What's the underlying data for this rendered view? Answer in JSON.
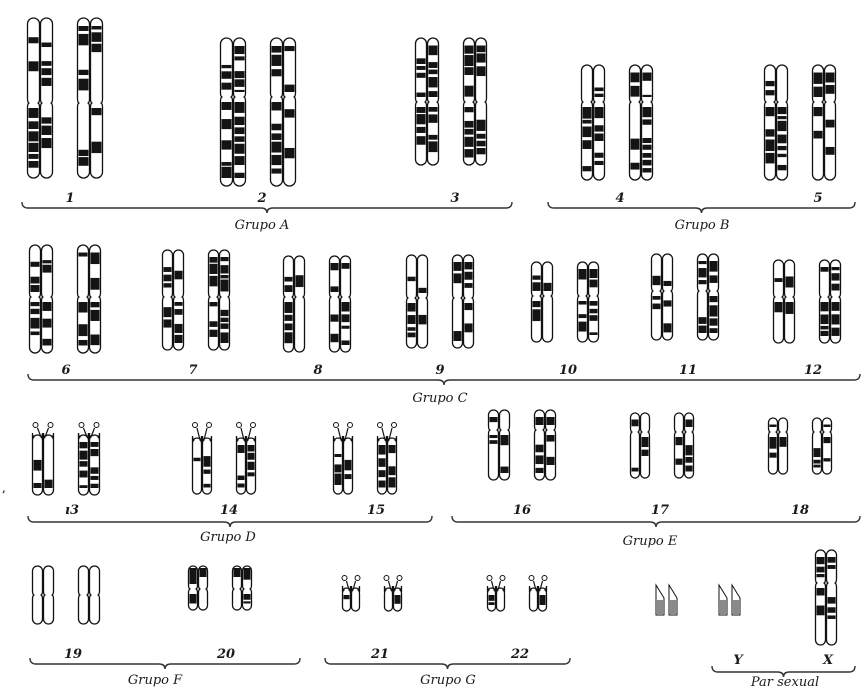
{
  "chromosome_labels": [
    "1",
    "2",
    "3",
    "4",
    "5",
    "6",
    "7",
    "8",
    "9",
    "10",
    "11",
    "12",
    "ı3",
    "14",
    "15",
    "16",
    "17",
    "18",
    "19",
    "20",
    "21",
    "22",
    "Y",
    "X"
  ],
  "groups": [
    {
      "id": "A",
      "label": "Grupo A"
    },
    {
      "id": "B",
      "label": "Grupo B"
    },
    {
      "id": "C",
      "label": "Grupo C"
    },
    {
      "id": "D",
      "label": "Grupo D"
    },
    {
      "id": "E",
      "label": "Grupo E"
    },
    {
      "id": "F",
      "label": "Grupo F"
    },
    {
      "id": "G",
      "label": "Grupo G"
    },
    {
      "id": "sex",
      "label": "Par sexual"
    }
  ],
  "stray_mark": "’",
  "colors": {
    "band_dark": "#141414",
    "band_light": "#ffffff",
    "outline": "#111111",
    "sex_grey": "#8a8a8a"
  }
}
